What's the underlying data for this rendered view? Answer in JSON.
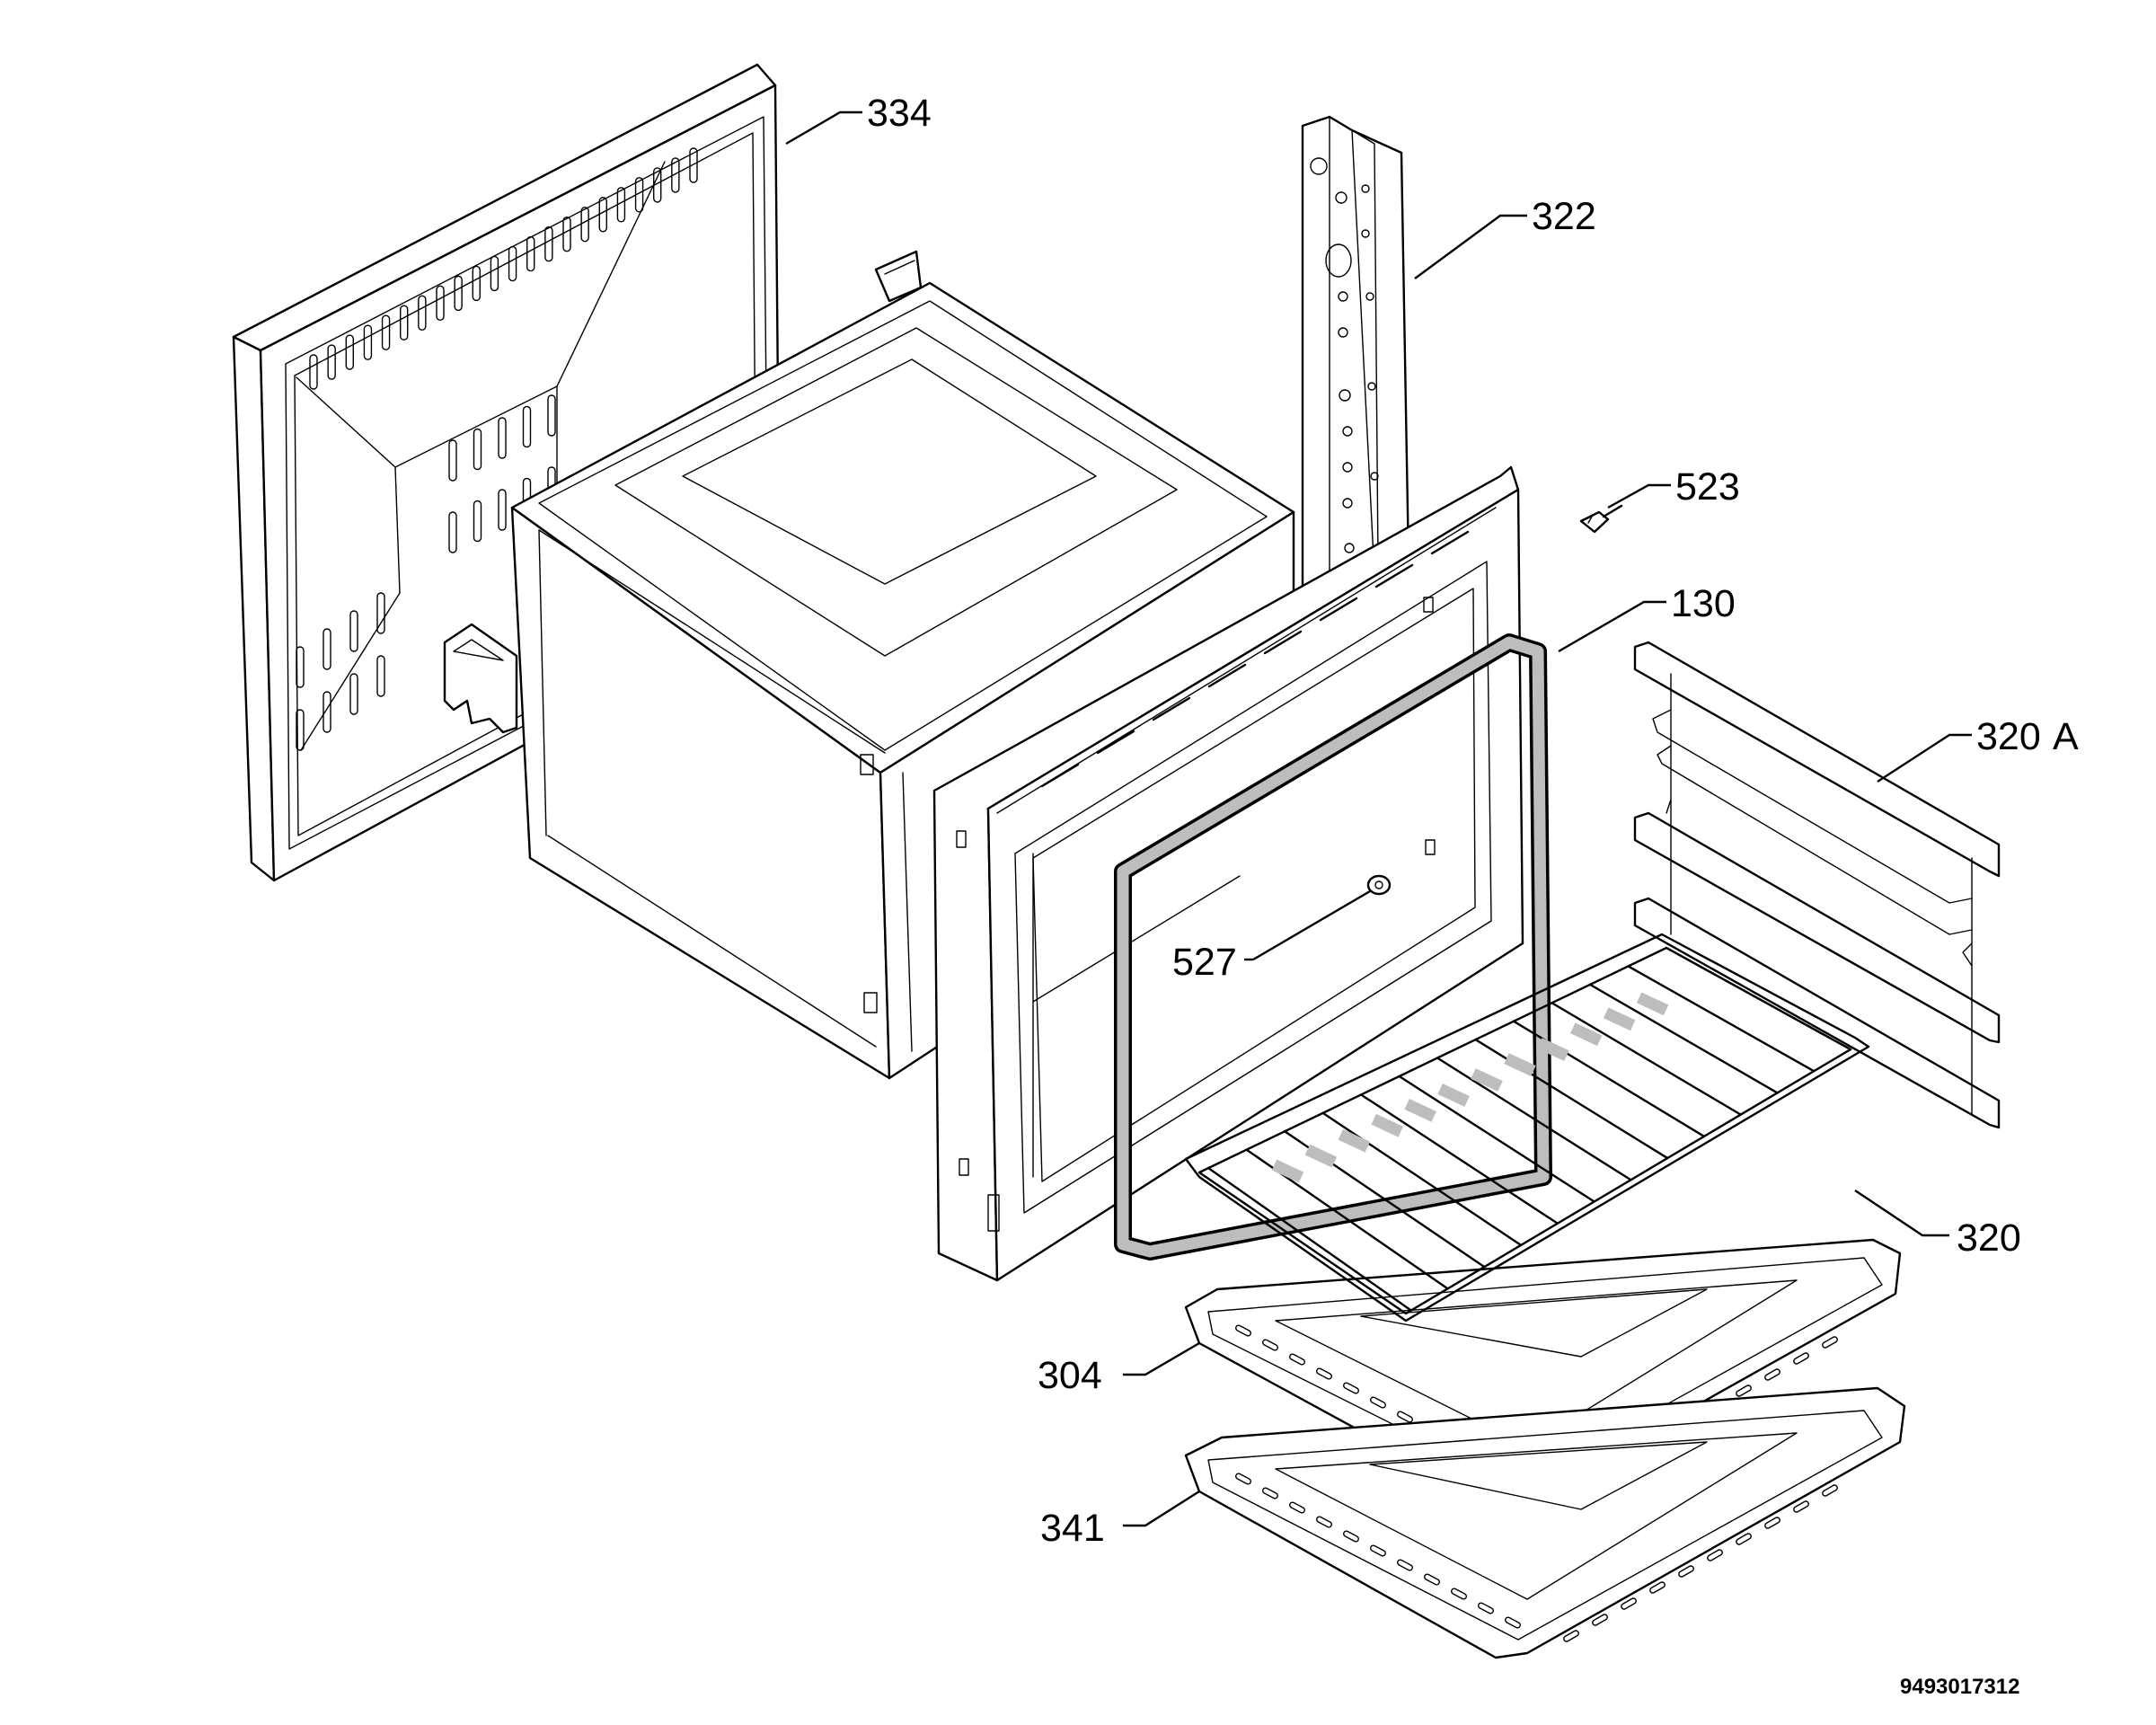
{
  "diagram": {
    "labels": {
      "p334": "334",
      "p322": "322",
      "p523": "523",
      "p130": "130",
      "p320a": "320",
      "p320a_suffix": "A",
      "p527": "527",
      "p320": "320",
      "p304": "304",
      "p341": "341"
    },
    "drawing_code": "9493017312"
  }
}
